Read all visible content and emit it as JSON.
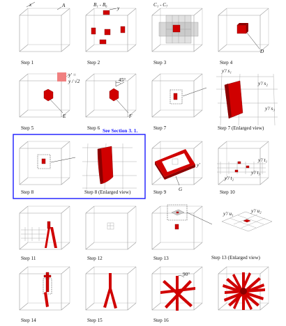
{
  "section_note": "See Section 3. 1.",
  "steps": {
    "s1": "Step 1",
    "s2": "Step 2",
    "s3": "Step 3",
    "s4": "Step 4",
    "s5": "Step 5",
    "s6": "Step 6",
    "s7": "Step 7",
    "s7e": "Step 7 (Enlarged view)",
    "s8": "Step 8",
    "s8e": "Step 8 (Enlarged view)",
    "s9": "Step 9",
    "s10": "Step 10",
    "s11": "Step 11",
    "s12": "Step 12",
    "s13": "Step 13",
    "s13e": "Step 13 (Enlarged view)",
    "s14": "Step 14",
    "s15": "Step 15",
    "s16": "Step 16"
  },
  "annotations": {
    "x": "x",
    "A": "A",
    "B": "B₁ - B₆",
    "y": "y",
    "C": "C₁ - C₇",
    "D": "D",
    "E": "E",
    "F": "F",
    "G": "G",
    "yp_line1": "y′ =",
    "yp_line2": "y / √2",
    "angle45": "45°",
    "angle90": "90°",
    "yp_s1": "y′/ s₁",
    "yp_s2": "y′/ s₂",
    "yp_s3": "y′/ s₃",
    "yp_t1": "y′/ t₁",
    "yp_t2": "y′/ t₂",
    "yp_t3": "y′/ t₃",
    "yp_u1": "y′/ u₁",
    "yp_u2": "y′/ u₂",
    "yp": "y′"
  },
  "colors": {
    "accent": "#d00000",
    "highlight_box": "#1a1aff",
    "swatch": "#f08080"
  }
}
